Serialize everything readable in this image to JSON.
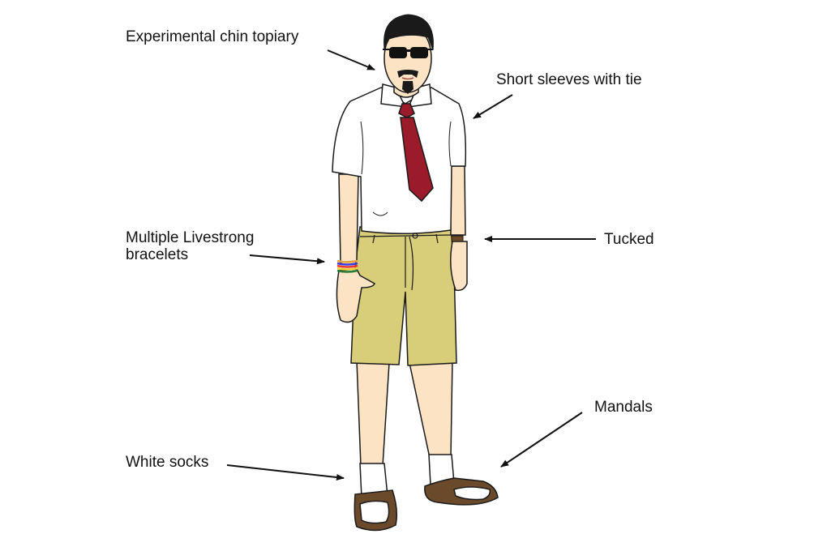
{
  "labels": {
    "chin": "Experimental chin topiary",
    "sleeves": "Short sleeves with tie",
    "bracelets_line1": "Multiple Livestrong",
    "bracelets_line2": "bracelets",
    "tucked": "Tucked",
    "mandals": "Mandals",
    "socks": "White socks"
  },
  "colors": {
    "skin": "#fbe3c4",
    "shirt": "#ffffff",
    "tie": "#9b1b2a",
    "shorts": "#d8cd79",
    "sandal": "#6b4a2b",
    "hair": "#1a1a1a",
    "outline": "#1a1a1a"
  },
  "bracelet_colors": [
    "#e5a13a",
    "#3a3ad8",
    "#e63b2e",
    "#f2d23a",
    "#2a7a3a"
  ]
}
